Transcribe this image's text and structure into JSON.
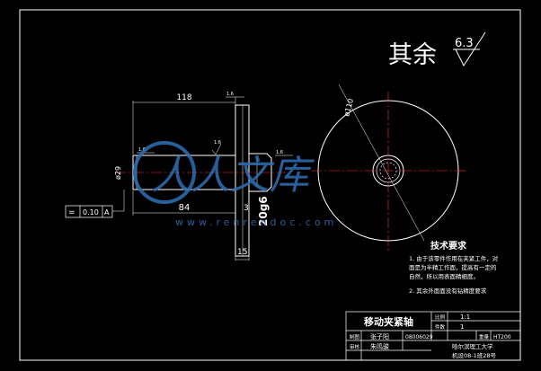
{
  "surface_note": {
    "label": "其余",
    "roughness": "6.3"
  },
  "dimensions": {
    "overall_length": "118",
    "shaft_length": "84",
    "shaft_diameter": "ø29",
    "tiny_3": "3",
    "flange_width": "15",
    "fit": "20g6",
    "circle_dia": "ø110"
  },
  "roughness_marks": [
    "1.6",
    "1.6",
    "1.6",
    "1.6"
  ],
  "tolerance_frame": {
    "symbol": "=",
    "value": "0.10",
    "datum": "A"
  },
  "watermark": {
    "text": "人人文库",
    "url": "www.renrendoc.com"
  },
  "tech_requirements": {
    "title": "技术要求",
    "items": [
      "1. 由于该零件作用在夹紧工件，对",
      "   面是为半精工作面，提高有一定的",
      "   自然，所以用表面精细度。",
      "2. 其余外面面没有钻精度要求"
    ]
  },
  "title_block": {
    "part_name": "移动夹紧轴",
    "scale_label": "比例",
    "scale_value": "1:1",
    "qty_label": "件数",
    "qty_value": "1",
    "draw_label": "制图",
    "drawer": "张子阳",
    "code": "08006029",
    "mass_label": "重量",
    "material": "HT200",
    "check_label": "审核",
    "checker": "朱鸣骏",
    "school": "哈尔滨理工大学",
    "class_name": "机设08-1班28号"
  },
  "colors": {
    "frame": "#ffffff",
    "line": "#ffffff",
    "center": "#ff3333",
    "watermark": "#2f6fb5"
  }
}
